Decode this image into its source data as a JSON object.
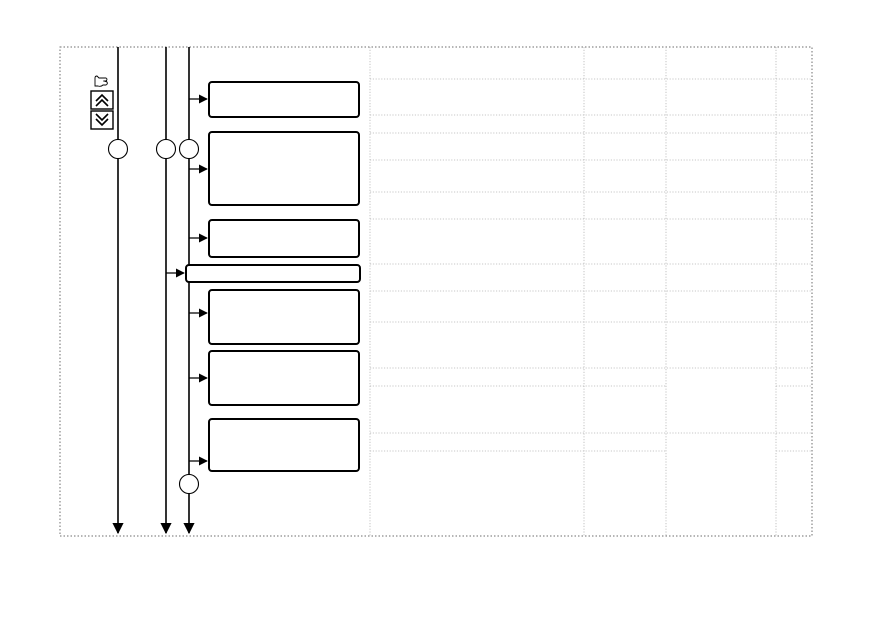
{
  "diagram": {
    "boxes": [
      {
        "id": "box-1",
        "label": ""
      },
      {
        "id": "box-2",
        "label": ""
      },
      {
        "id": "box-3",
        "label": ""
      },
      {
        "id": "box-4",
        "label": ""
      },
      {
        "id": "box-5",
        "label": ""
      },
      {
        "id": "box-6",
        "label": ""
      },
      {
        "id": "box-7",
        "label": ""
      }
    ],
    "controls": {
      "icons": [
        "hand-pointer-icon",
        "double-chevron-up-icon",
        "double-chevron-down-icon"
      ]
    },
    "colors": {
      "stroke": "#000000",
      "grid": "#b5b5b5",
      "frame": "#6e6e6e",
      "background": "#ffffff"
    }
  }
}
